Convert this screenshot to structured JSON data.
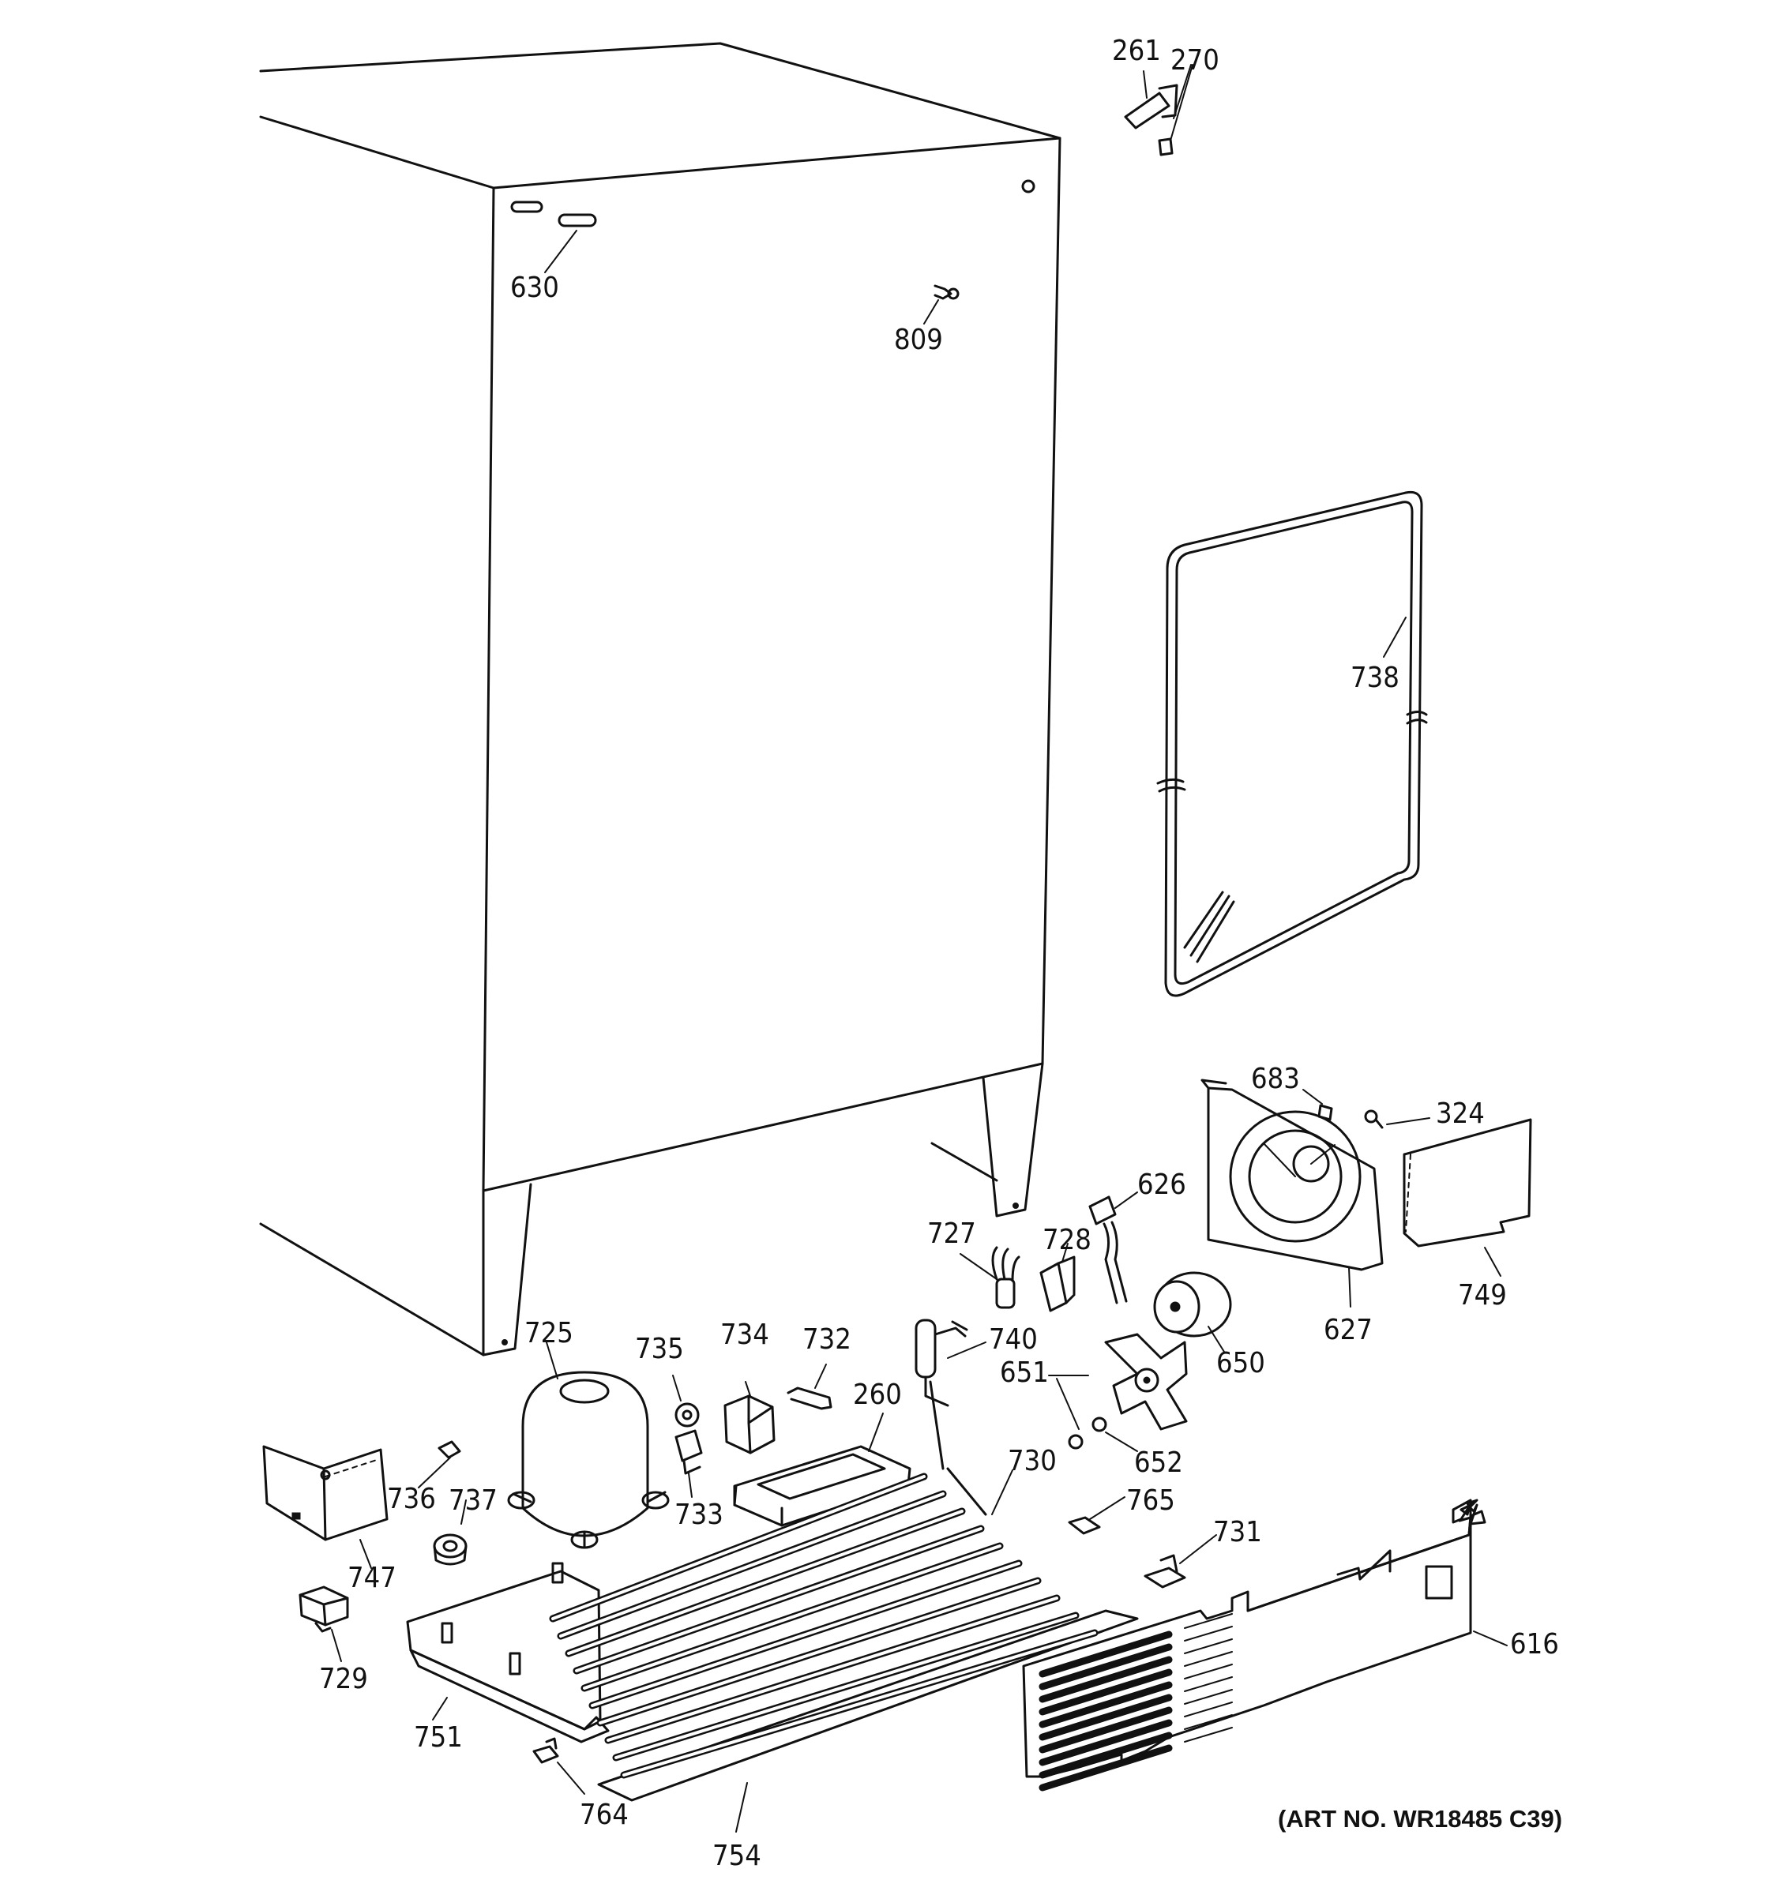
{
  "labels": {
    "p261": "261",
    "p270": "270",
    "p630": "630",
    "p809": "809",
    "p738": "738",
    "p683": "683",
    "p324": "324",
    "p626": "626",
    "p727": "727",
    "p728": "728",
    "p725": "725",
    "p735": "735",
    "p734": "734",
    "p732": "732",
    "p740": "740",
    "p651": "651",
    "p650": "650",
    "p627": "627",
    "p749": "749",
    "p260": "260",
    "p652": "652",
    "p736": "736",
    "p737": "737",
    "p733": "733",
    "p730": "730",
    "p765": "765",
    "p731": "731",
    "p747": "747",
    "p616": "616",
    "p729": "729",
    "p751": "751",
    "p764": "764",
    "p754": "754"
  },
  "art_number": "(ART NO. WR18485 C39)"
}
